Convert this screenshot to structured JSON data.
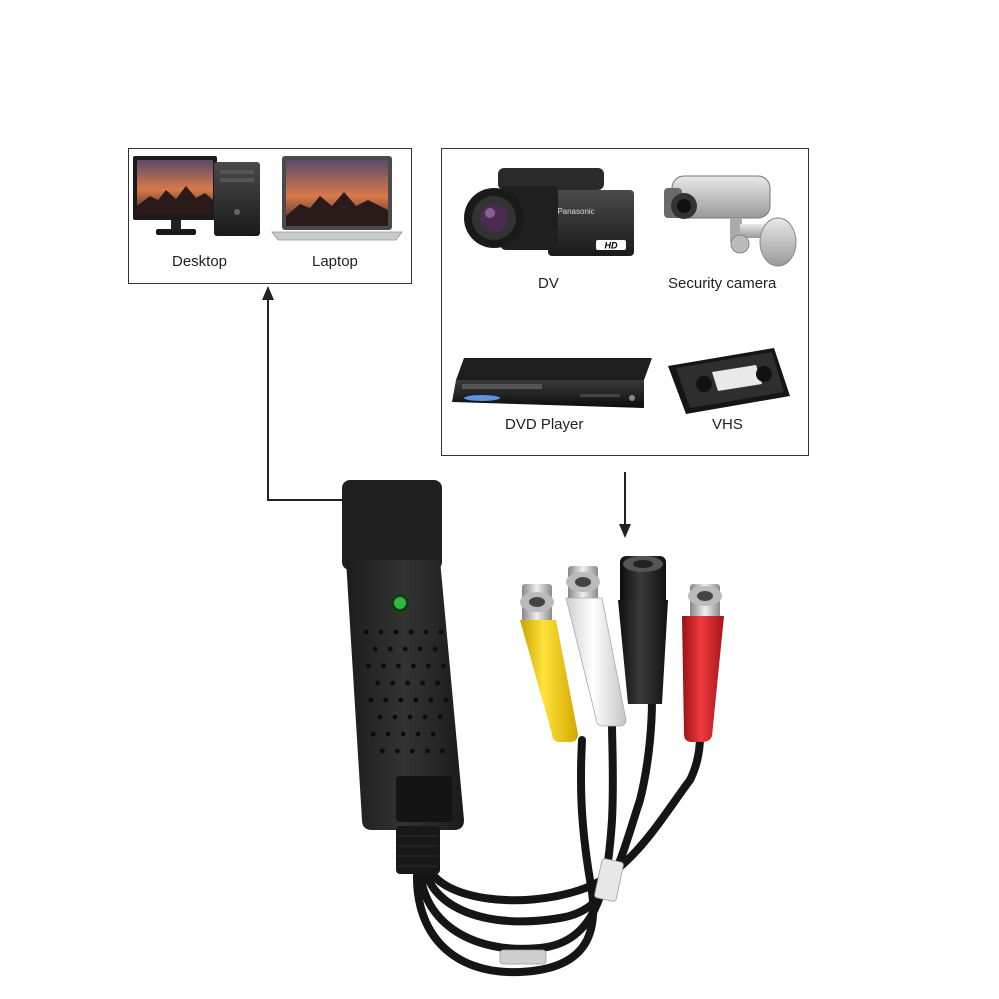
{
  "computers": {
    "desktop_label": "Desktop",
    "laptop_label": "Laptop"
  },
  "sources": {
    "dv_label": "DV",
    "security_camera_label": "Security camera",
    "dvd_player_label": "DVD Player",
    "vhs_label": "VHS"
  },
  "branding": {
    "camcorder_brand": "Panasonic",
    "camcorder_badge": "HD"
  },
  "colors": {
    "device_body": "#2b2b2b",
    "led": "#2fb83a",
    "rca_yellow": "#f2cf1d",
    "rca_white": "#f4f4f4",
    "svideo_black": "#1e1e1e",
    "rca_red": "#d3232b"
  }
}
